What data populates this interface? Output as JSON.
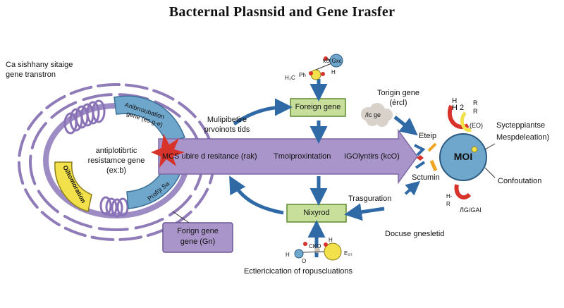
{
  "title": "Bacternal Plasnsid and Gene Irasfer",
  "labels": {
    "top_left_line1": "Ca sishhany sitaige",
    "top_left_line2": "gene transtron",
    "plasmid_blue_line1": "Anibrroubation",
    "plasmid_blue_line2": "gene (es g-e)",
    "plasmid_center_line1": "antiplotibrtic",
    "plasmid_center_line2": "resistamce gene",
    "plasmid_center_line3": "(ex:b)",
    "yellow_segment": "Oiltomoration",
    "blue_segment_lower": "Profi)i Sa",
    "multi_line1": "Mulipibetire",
    "multi_line2": "prvoinots tids",
    "arrow_seg1": "MCS ubire d resitance (rak)",
    "arrow_seg2": "Tmoiproxintation",
    "arrow_seg3": "IGOlyntirs (kcO)",
    "foreign_gene_box": "Foreign gene",
    "nixyrod_box": "Nixyrod",
    "forign_gene_box_line1": "Forign gene",
    "forign_gene_box_line2": "gene (Gn)",
    "torigin_line1": "Torigin gene",
    "torigin_line2": "(ércl)",
    "cloud_text": "/Ic ge",
    "etep": "Eteip",
    "sctumin": "Sctumin",
    "moi": "MOI",
    "syceplanse_line1": "Sycteppiantse",
    "syceplanse_line2": "Mespdeleation)",
    "confourtion": "Confoutation",
    "trasguration": "Trasguration",
    "docuse": "Docuse gnesletid",
    "bottom_caption": "Ectiericication of ropuscluations",
    "mol_top_right": "xO Gxc",
    "mol_top_h3c": "H₃C",
    "mol_top_ph": "Ph",
    "mol_top_h": "H",
    "mol_bottom_cko": "CKO",
    "mol_bottom_h": "H",
    "mol_bottom_e23": "E₂₃",
    "mol_bottom_hleft": "H",
    "mol_bottom_o": "O",
    "right_h2": "H\n2",
    "right_h": "H",
    "right_r1": "R",
    "right_r2": "R",
    "right_eo": "(EO)",
    "right_h_minus": "H-",
    "right_r3": "R",
    "right_gal": "ЛG/GAl"
  },
  "colors": {
    "purple": "#8f7bb8",
    "purple_light": "#a995c9",
    "blue": "#6fa6cc",
    "yellow": "#f2e14a",
    "green_box": "#c7df9a",
    "green_border": "#5f8a2e",
    "arrow_blue": "#2f6aa6",
    "red": "#d7332a",
    "orange": "#f0a524"
  }
}
